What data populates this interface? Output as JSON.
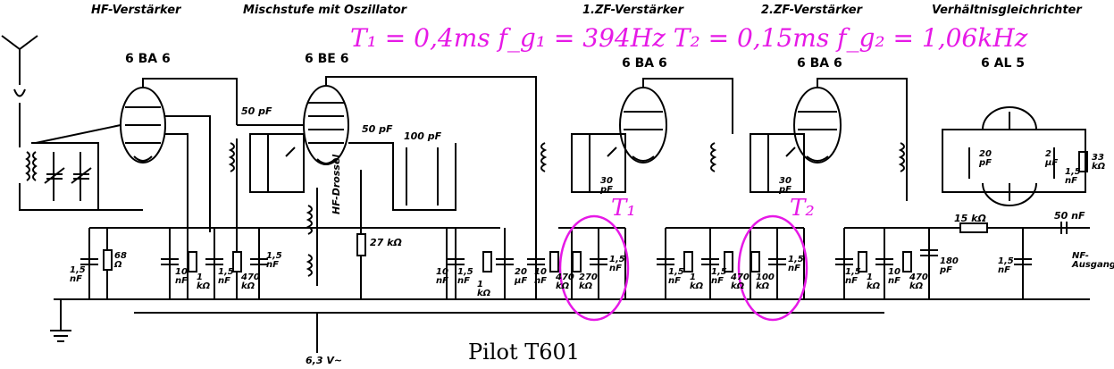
{
  "sections": {
    "hf": "HF-Verstärker",
    "mixer": "Mischstufe mit Oszillator",
    "if1": "1.ZF-Verstärker",
    "if2": "2.ZF-Verstärker",
    "ratio": "Verhältnisgleichrichter"
  },
  "tubes": {
    "hf": "6 BA 6",
    "mixer": "6 BE 6",
    "if1": "6 BA 6",
    "if2": "6 BA 6",
    "det": "6 AL 5"
  },
  "equation": "T₁ = 0,4ms  f_g₁ = 394Hz   T₂ = 0,15ms  f_g₂ = 1,06kHz",
  "marker_t1": "T₁",
  "marker_t2": "T₂",
  "caption": "Pilot T601",
  "labels": {
    "c_50pf_a": "50 pF",
    "c_50pf_b": "50 pF",
    "c_100pf": "100 pF",
    "c_15nf_a": "1,5\nnF",
    "r_68": "68\nΩ",
    "c_10nf_a": "10\nnF",
    "r_1k_a": "1\nkΩ",
    "c_15nf_b": "1,5\nnF",
    "r_470k_a": "470\nkΩ",
    "c_15nf_c": "1,5\nnF",
    "choke": "HF-Drossel",
    "r_27k": "27 kΩ",
    "c_10nf_b": "10\nnF",
    "c_15nf_d": "1,5\nnF",
    "r_1k_b": "1\nkΩ",
    "c_20uf": "20\nμF",
    "c_10nf_c": "10\nnF",
    "r_470k_b": "470\nkΩ",
    "r_270k": "270\nkΩ",
    "c_15nf_e": "1,5\nnF",
    "c_30pf_a": "30\npF",
    "c_15nf_f": "1,5\nnF",
    "r_1k_c": "1\nkΩ",
    "c_15nf_g": "1,5\nnF",
    "r_470k_c": "470\nkΩ",
    "r_100k": "100\nkΩ",
    "c_15nf_h": "1,5\nnF",
    "c_30pf_b": "30\npF",
    "c_15nf_i": "1,5\nnF",
    "r_1k_d": "1\nkΩ",
    "c_10nf_d": "10\nnF",
    "r_470k_d": "470\nkΩ",
    "c_20pf": "20\npF",
    "c_2uf": "2\nμF",
    "c_15nf_j": "1,5\nnF",
    "r_33k": "33\nkΩ",
    "r_15k": "15 kΩ",
    "c_50nf": "50 nF",
    "c_180pf": "180\npF",
    "c_15nf_k": "1,5\nnF",
    "nf_out": "NF-\nAusgang",
    "heater": "6,3 V~"
  },
  "colors": {
    "annotation": "#e619e6",
    "ink": "#000000"
  }
}
